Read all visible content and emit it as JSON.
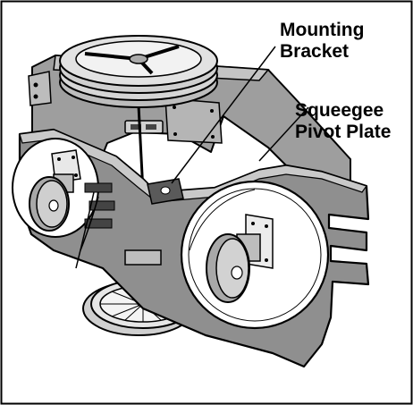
{
  "labels": {
    "mounting_bracket": [
      "Mounting",
      "Bracket"
    ],
    "squeegee_pivot_plate": [
      "Squeegee",
      "Pivot Plate"
    ]
  },
  "colors": {
    "frame_stroke": "#000000",
    "body_dark": "#8c8c8c",
    "body_mid": "#a9a9a9",
    "body_light": "#c8c8c8",
    "plate_dark": "#595959",
    "wheel_light": "#e0e0e0",
    "background": "#ffffff"
  }
}
